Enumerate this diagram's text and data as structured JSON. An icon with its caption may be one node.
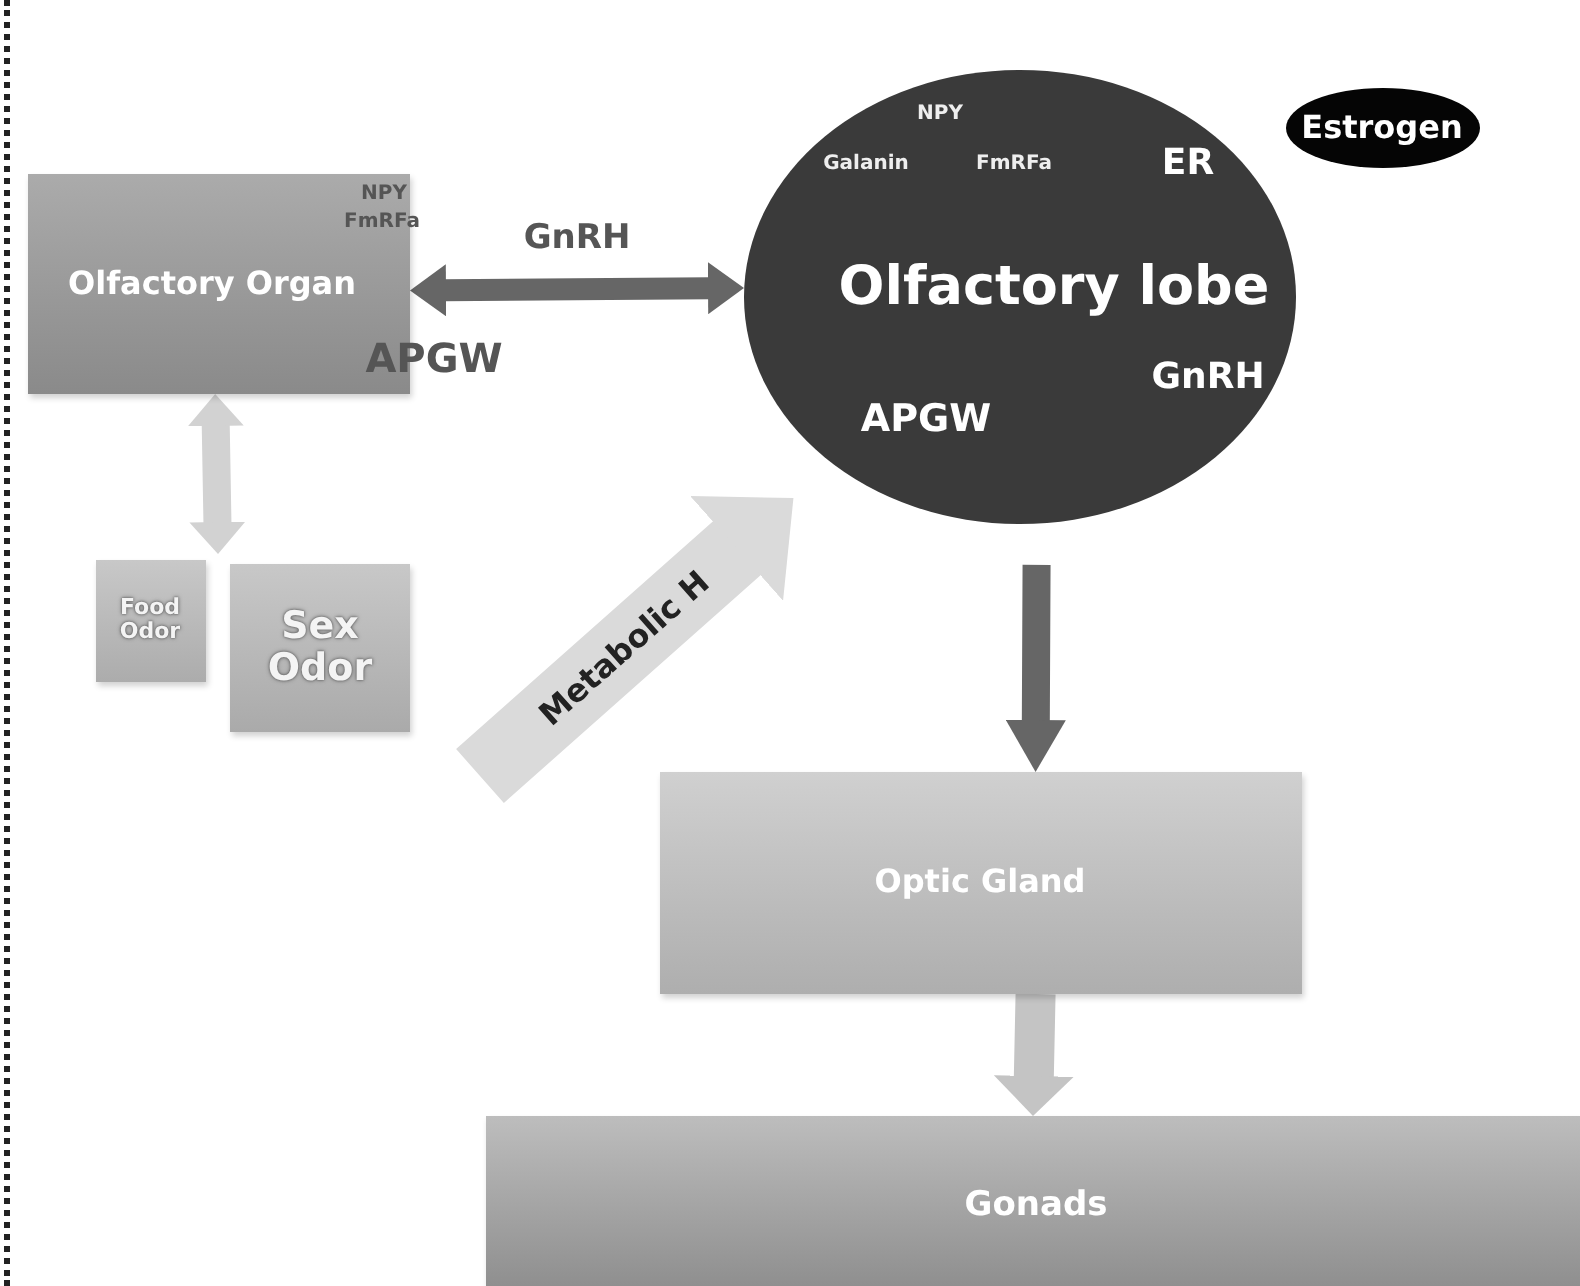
{
  "diagram": {
    "nodes": [
      {
        "text": [
          "NPY",
          "FmRFa",
          "Olfactory Organ"
        ],
        "beside": [
          "APGW"
        ]
      },
      {
        "text": [
          "NPY",
          "Galanin",
          "FmRFa",
          "ER",
          "Olfactory lobe",
          "GnRH",
          "APGW"
        ]
      },
      {
        "text": [
          "Estrogen"
        ]
      },
      {
        "text": [
          "Food Odor"
        ]
      },
      {
        "text": [
          "Sex Odor"
        ]
      },
      {
        "text": [
          "Optic Gland"
        ]
      },
      {
        "text": [
          "Gonads"
        ]
      }
    ],
    "edges": [
      {
        "from": 0,
        "to": 1,
        "arrow": "both",
        "label": "GnRH",
        "color": "#666666"
      },
      {
        "from": 0,
        "to": 3,
        "arrow": "both",
        "color": "#d2d2d2"
      },
      {
        "from": 0,
        "to": 4,
        "arrow": "both",
        "color": "#d2d2d2"
      },
      {
        "from": null,
        "to": 1,
        "arrow": "to",
        "label": "Metabolic H",
        "color": "#dadada"
      },
      {
        "from": 1,
        "to": 5,
        "arrow": "to",
        "color": "#666666"
      },
      {
        "from": 5,
        "to": 6,
        "arrow": "to",
        "color": "#c4c4c4"
      }
    ]
  }
}
